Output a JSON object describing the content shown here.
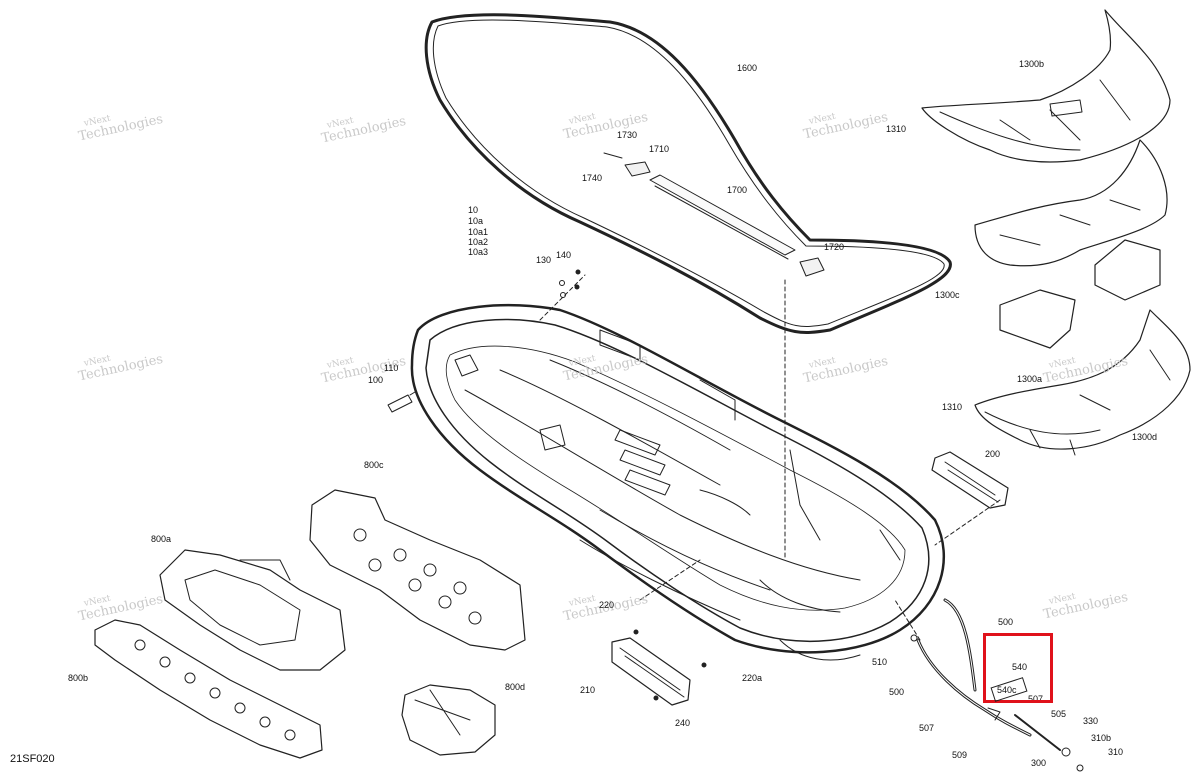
{
  "diagram": {
    "code": "21SF020",
    "highlight_color": "#e0121b",
    "watermark": {
      "line1": "vNext",
      "line2": "Technologies"
    },
    "labels": {
      "p1600": "1600",
      "p1730": "1730",
      "p1710": "1710",
      "p1740": "1740",
      "p1700": "1700",
      "p1720": "1720",
      "p10": "10",
      "p10a": "10a",
      "p10a1": "10a1",
      "p10a2": "10a2",
      "p10a3": "10a3",
      "p130": "130",
      "p140": "140",
      "p110": "110",
      "p100": "100",
      "p1300b": "1300b",
      "p1310a": "1310",
      "p1300c": "1300c",
      "p1300a": "1300a",
      "p1310b": "1310",
      "p1300d": "1300d",
      "p200": "200",
      "p800c": "800c",
      "p800a": "800a",
      "p800b": "800b",
      "p800d": "800d",
      "p220": "220",
      "p210": "210",
      "p220a": "220a",
      "p240": "240",
      "p500a": "500",
      "p510": "510",
      "p500b": "500",
      "p540": "540",
      "p540c": "540c",
      "p507a": "507",
      "p505": "505",
      "p507b": "507",
      "p509": "509",
      "p330": "330",
      "p310b": "310b",
      "p310": "310",
      "p300": "300"
    }
  }
}
